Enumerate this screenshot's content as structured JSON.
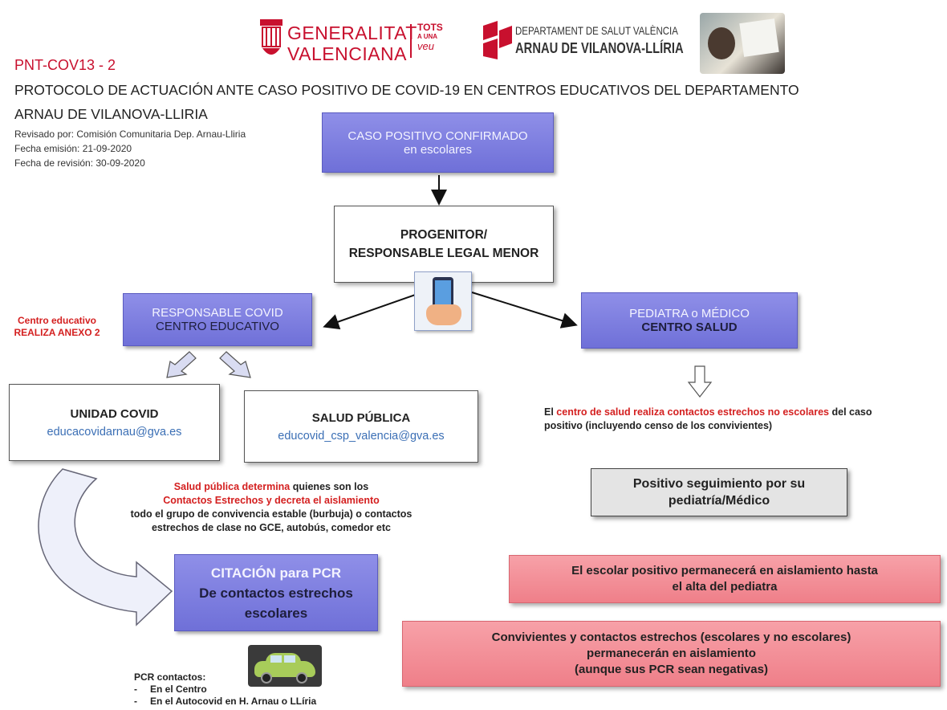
{
  "header": {
    "logo_generalitat_line1": "GENERALITAT",
    "logo_generalitat_line2": "VALENCIANA",
    "logo_tots_line1": "TOTS",
    "logo_tots_line2": "A UNA",
    "logo_tots_line3": "veu",
    "dept_line1": "DEPARTAMENT DE SALUT VALÈNCIA",
    "dept_line2": "ARNAU DE VILANOVA-LLÍRIA",
    "code": "PNT-COV13 - 2",
    "title_line1": "PROTOCOLO DE ACTUACIÓN ANTE CASO POSITIVO DE COVID-19 EN CENTROS EDUCATIVOS DEL DEPARTAMENTO",
    "title_line2": "ARNAU DE VILANOVA-LLIRIA",
    "revisado": "Revisado por: Comisión Comunitaria Dep. Arnau-Lliria",
    "emision": "Fecha emisión: 21-09-2020",
    "revision": "Fecha de revisión: 30-09-2020"
  },
  "nodes": {
    "caso_positivo": {
      "line1": "CASO POSITIVO CONFIRMADO",
      "line2": "en escolares"
    },
    "progenitor": {
      "line1": "PROGENITOR/",
      "line2": "RESPONSABLE LEGAL MENOR"
    },
    "responsable_covid": {
      "line1": "RESPONSABLE COVID",
      "line2": "CENTRO EDUCATIVO"
    },
    "centro_note": {
      "line1": "Centro educativo",
      "line2": "REALIZA ANEXO 2"
    },
    "pediatra": {
      "line1": "PEDIATRA o MÉDICO",
      "line2": "CENTRO SALUD"
    },
    "unidad_covid": {
      "line1": "UNIDAD COVID",
      "line2": "educacovidarnau@gva.es"
    },
    "salud_publica": {
      "line1": "SALUD PÚBLICA",
      "line2": "educovid_csp_valencia@gva.es"
    },
    "centro_salud_text": {
      "p1": "El ",
      "p2": "centro de salud realiza contactos estrechos no escolares",
      "p3": " del caso positivo (incluyendo censo de los convivientes)"
    },
    "seguimiento": {
      "line1": "Positivo seguimiento por su",
      "line2": "pediatría/Médico"
    },
    "salud_publica_text": {
      "a1": "Salud pública determina",
      "a2": " quienes son los",
      "b1": "Contactos Estrechos y decreta el aislamiento",
      "c": "todo el grupo de convivencia estable (burbuja) o contactos",
      "d": "estrechos de clase no GCE, autobús, comedor etc"
    },
    "citacion": {
      "line1": "CITACIÓN para PCR",
      "line2": "De contactos estrechos",
      "line3": "escolares"
    },
    "aislamiento_positivo": {
      "line1": "El escolar positivo permanecerá en aislamiento hasta",
      "line2": "el alta del pediatra"
    },
    "aislamiento_convivientes": {
      "line1": "Convivientes y contactos estrechos (escolares y no escolares)",
      "line2": "permanecerán en aislamiento",
      "line3": "(aunque sus PCR sean negativas)"
    },
    "pcr_contactos": {
      "title": "PCR contactos:",
      "item1": "En el Centro",
      "item2": "En el Autocovid en H. Arnau o LLíria",
      "dash": "-"
    }
  },
  "colors": {
    "purple": "#7b7ce0",
    "red_text": "#d42020",
    "red_box": "#f48c95",
    "grey_box": "#e4e4e4",
    "email_blue": "#3b6fb5"
  }
}
